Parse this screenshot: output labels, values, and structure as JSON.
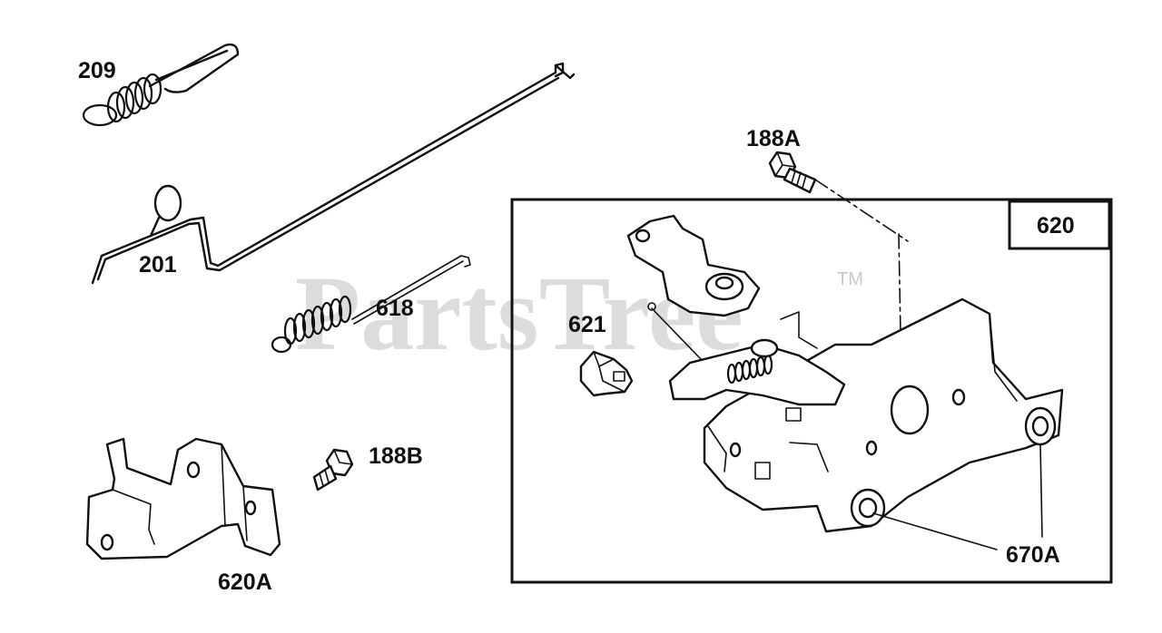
{
  "diagram": {
    "watermark": "PartsTree",
    "trademark": "TM",
    "box_label": "620",
    "parts": [
      {
        "id": "209",
        "label": "209"
      },
      {
        "id": "201",
        "label": "201"
      },
      {
        "id": "618",
        "label": "618"
      },
      {
        "id": "621",
        "label": "621"
      },
      {
        "id": "188A",
        "label": "188A"
      },
      {
        "id": "188B",
        "label": "188B"
      },
      {
        "id": "620A",
        "label": "620A"
      },
      {
        "id": "670A",
        "label": "670A"
      }
    ]
  }
}
